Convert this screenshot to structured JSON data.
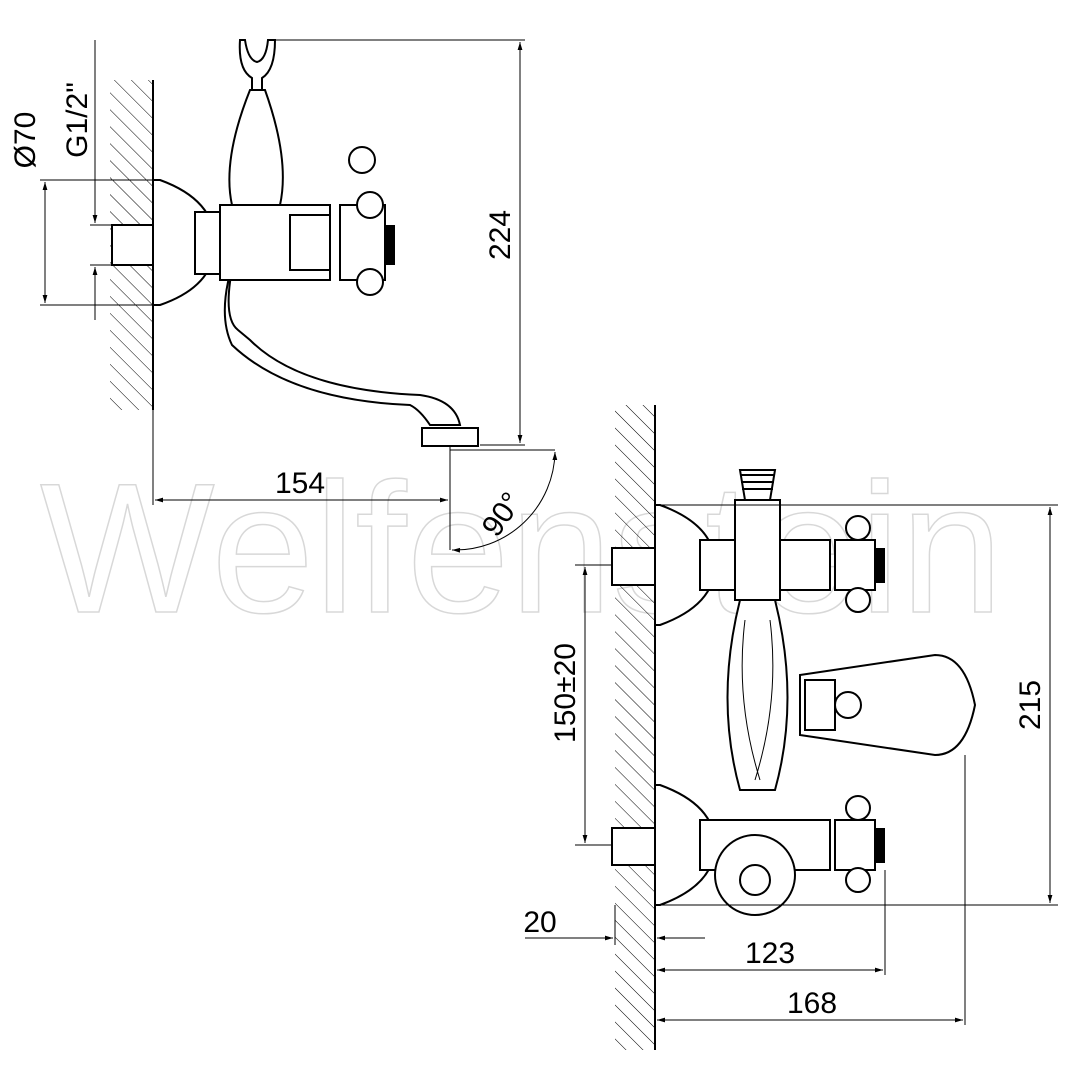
{
  "watermark": "Welfenstein",
  "side_view": {
    "dim_diameter": "Ø70",
    "dim_thread": "G1/2\"",
    "dim_height": "224",
    "dim_projection": "154",
    "dim_swivel_angle": "90°"
  },
  "front_view": {
    "dim_centers": "150±20",
    "dim_total_height": "215",
    "dim_wall_offset": "20",
    "dim_handle_depth": "123",
    "dim_total_depth": "168"
  }
}
